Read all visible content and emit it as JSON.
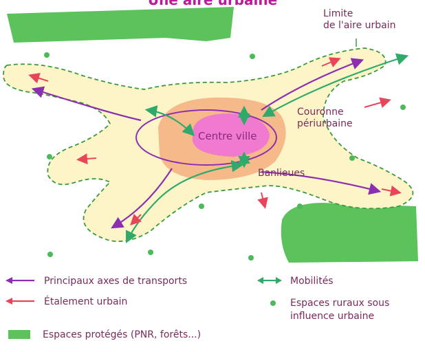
{
  "title": "Une aire urbaine",
  "labels": {
    "limite": "Limite\nde l'aire urbain",
    "centre": "Centre ville",
    "couronne": "Couronne\npériurbaine",
    "banlieues": "Banlieues"
  },
  "legend": {
    "transport": "Principaux axes de transports",
    "etalement": "Étalement urbain",
    "mobilites": "Mobilités",
    "rural": "Espaces ruraux sous\ninfluence urbaine",
    "proteges": "Espaces protégés (PNR, forêts...)"
  },
  "colors": {
    "transport": "#8b2fb0",
    "etalement": "#e8455a",
    "mobilites": "#2faa6a",
    "protected": "#5cc25c",
    "rural_dot": "#4cba5a",
    "periurban": "#fdf5c8",
    "banlieue": "#f6b98a",
    "centre": "#f07ad0",
    "boundary": "#3a9a3a"
  }
}
